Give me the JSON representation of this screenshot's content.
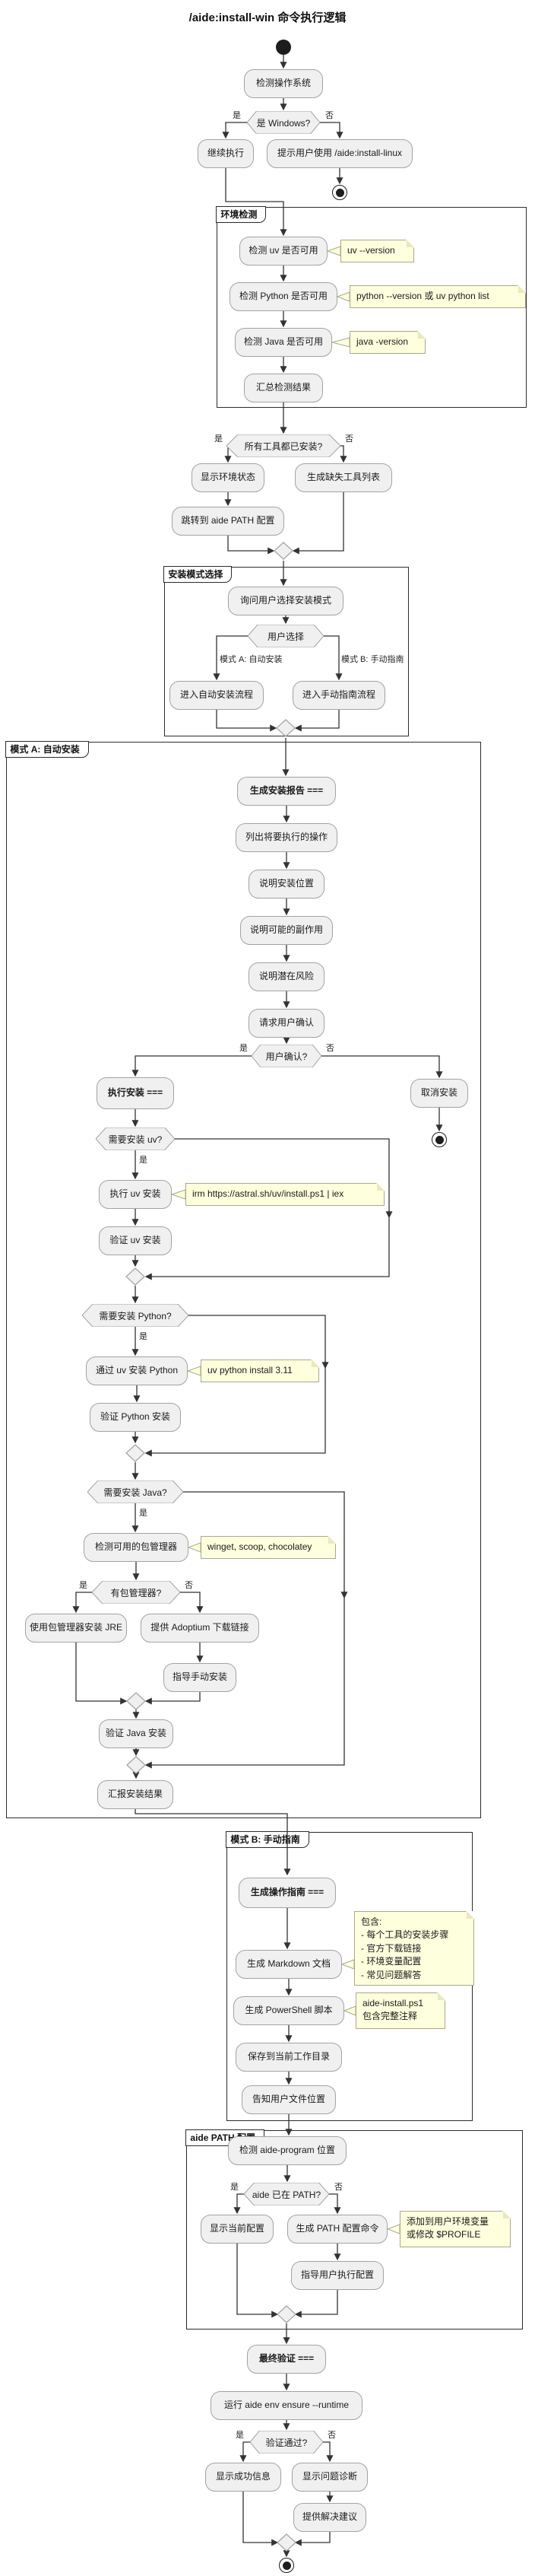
{
  "diagram_title": "/aide:install-win 命令执行逻辑",
  "branch_labels": {
    "yes": "是",
    "no": "否",
    "mode_a": "模式 A: 自动安装",
    "mode_b": "模式 B: 手动指南"
  },
  "partitions": {
    "env_check": "环境检测",
    "install_mode": "安装模式选择",
    "mode_a": "模式 A: 自动安装",
    "mode_b": "模式 B: 手动指南",
    "aide_path": "aide PATH 配置"
  },
  "nodes": {
    "detect_os": "检测操作系统",
    "is_windows": "是 Windows?",
    "continue_exec": "继续执行",
    "use_linux": "提示用户使用 /aide:install-linux",
    "check_uv": "检测 uv 是否可用",
    "check_python": "检测 Python 是否可用",
    "check_java": "检测 Java 是否可用",
    "summarize_checks": "汇总检测结果",
    "all_installed": "所有工具都已安装?",
    "show_env_status": "显示环境状态",
    "gen_missing_list": "生成缺失工具列表",
    "jump_aide_path": "跳转到 aide PATH 配置",
    "ask_install_mode": "询问用户选择安装模式",
    "user_choice": "用户选择",
    "enter_auto": "进入自动安装流程",
    "enter_manual": "进入手动指南流程",
    "gen_install_report": "生成安装报告 ===",
    "list_operations": "列出将要执行的操作",
    "explain_location": "说明安装位置",
    "explain_side_effects": "说明可能的副作用",
    "explain_risks": "说明潜在风险",
    "request_confirm": "请求用户确认",
    "user_confirm": "用户确认?",
    "exec_install": "执行安装 ===",
    "cancel_install": "取消安装",
    "need_uv": "需要安装 uv?",
    "install_uv": "执行 uv 安装",
    "verify_uv": "验证 uv 安装",
    "need_python": "需要安装 Python?",
    "install_python": "通过 uv 安装 Python",
    "verify_python": "验证 Python 安装",
    "need_java": "需要安装 Java?",
    "detect_pkg_mgr": "检测可用的包管理器",
    "has_pkg_mgr": "有包管理器?",
    "pm_install_jre": "使用包管理器安装 JRE",
    "adoptium_link": "提供 Adoptium 下载链接",
    "guide_manual_install": "指导手动安装",
    "verify_java": "验证 Java 安装",
    "report_results": "汇报安装结果",
    "gen_guide": "生成操作指南 ===",
    "gen_markdown": "生成 Markdown 文档",
    "gen_powershell": "生成 PowerShell 脚本",
    "save_cwd": "保存到当前工作目录",
    "tell_file_loc": "告知用户文件位置",
    "detect_aide": "检测 aide-program 位置",
    "aide_in_path": "aide 已在 PATH?",
    "show_current_config": "显示当前配置",
    "gen_path_cmd": "生成 PATH 配置命令",
    "guide_user_config": "指导用户执行配置",
    "final_verify": "最终验证 ===",
    "run_ensure": "运行 aide env ensure --runtime",
    "verify_pass": "验证通过?",
    "show_success": "显示成功信息",
    "show_diagnosis": "显示问题诊断",
    "give_suggestions": "提供解决建议"
  },
  "notes": {
    "uv_version": "uv --version",
    "python_version": "python --version 或 uv python list",
    "java_version": "java -version",
    "uv_install_cmd": "irm https://astral.sh/uv/install.ps1 | iex",
    "uv_python_install": "uv python install 3.11",
    "pkg_mgrs": "winget, scoop, chocolatey",
    "md_doc": {
      "line1": "包含:",
      "line2": "- 每个工具的安装步骤",
      "line3": "- 官方下载链接",
      "line4": "- 环境变量配置",
      "line5": "- 常见问题解答"
    },
    "ps_script": {
      "line1": "aide-install.ps1",
      "line2": "包含完整注释"
    },
    "path_cfg": {
      "line1": "添加到用户环境变量",
      "line2": "或修改 $PROFILE"
    }
  },
  "colors": {
    "activity_fill": "#f0f0f0",
    "activity_border": "#a3a3a3",
    "note_fill": "#feffdd",
    "note_border": "#a9a98a",
    "edge": "#333333",
    "partition_border": "#2b2b2b"
  }
}
